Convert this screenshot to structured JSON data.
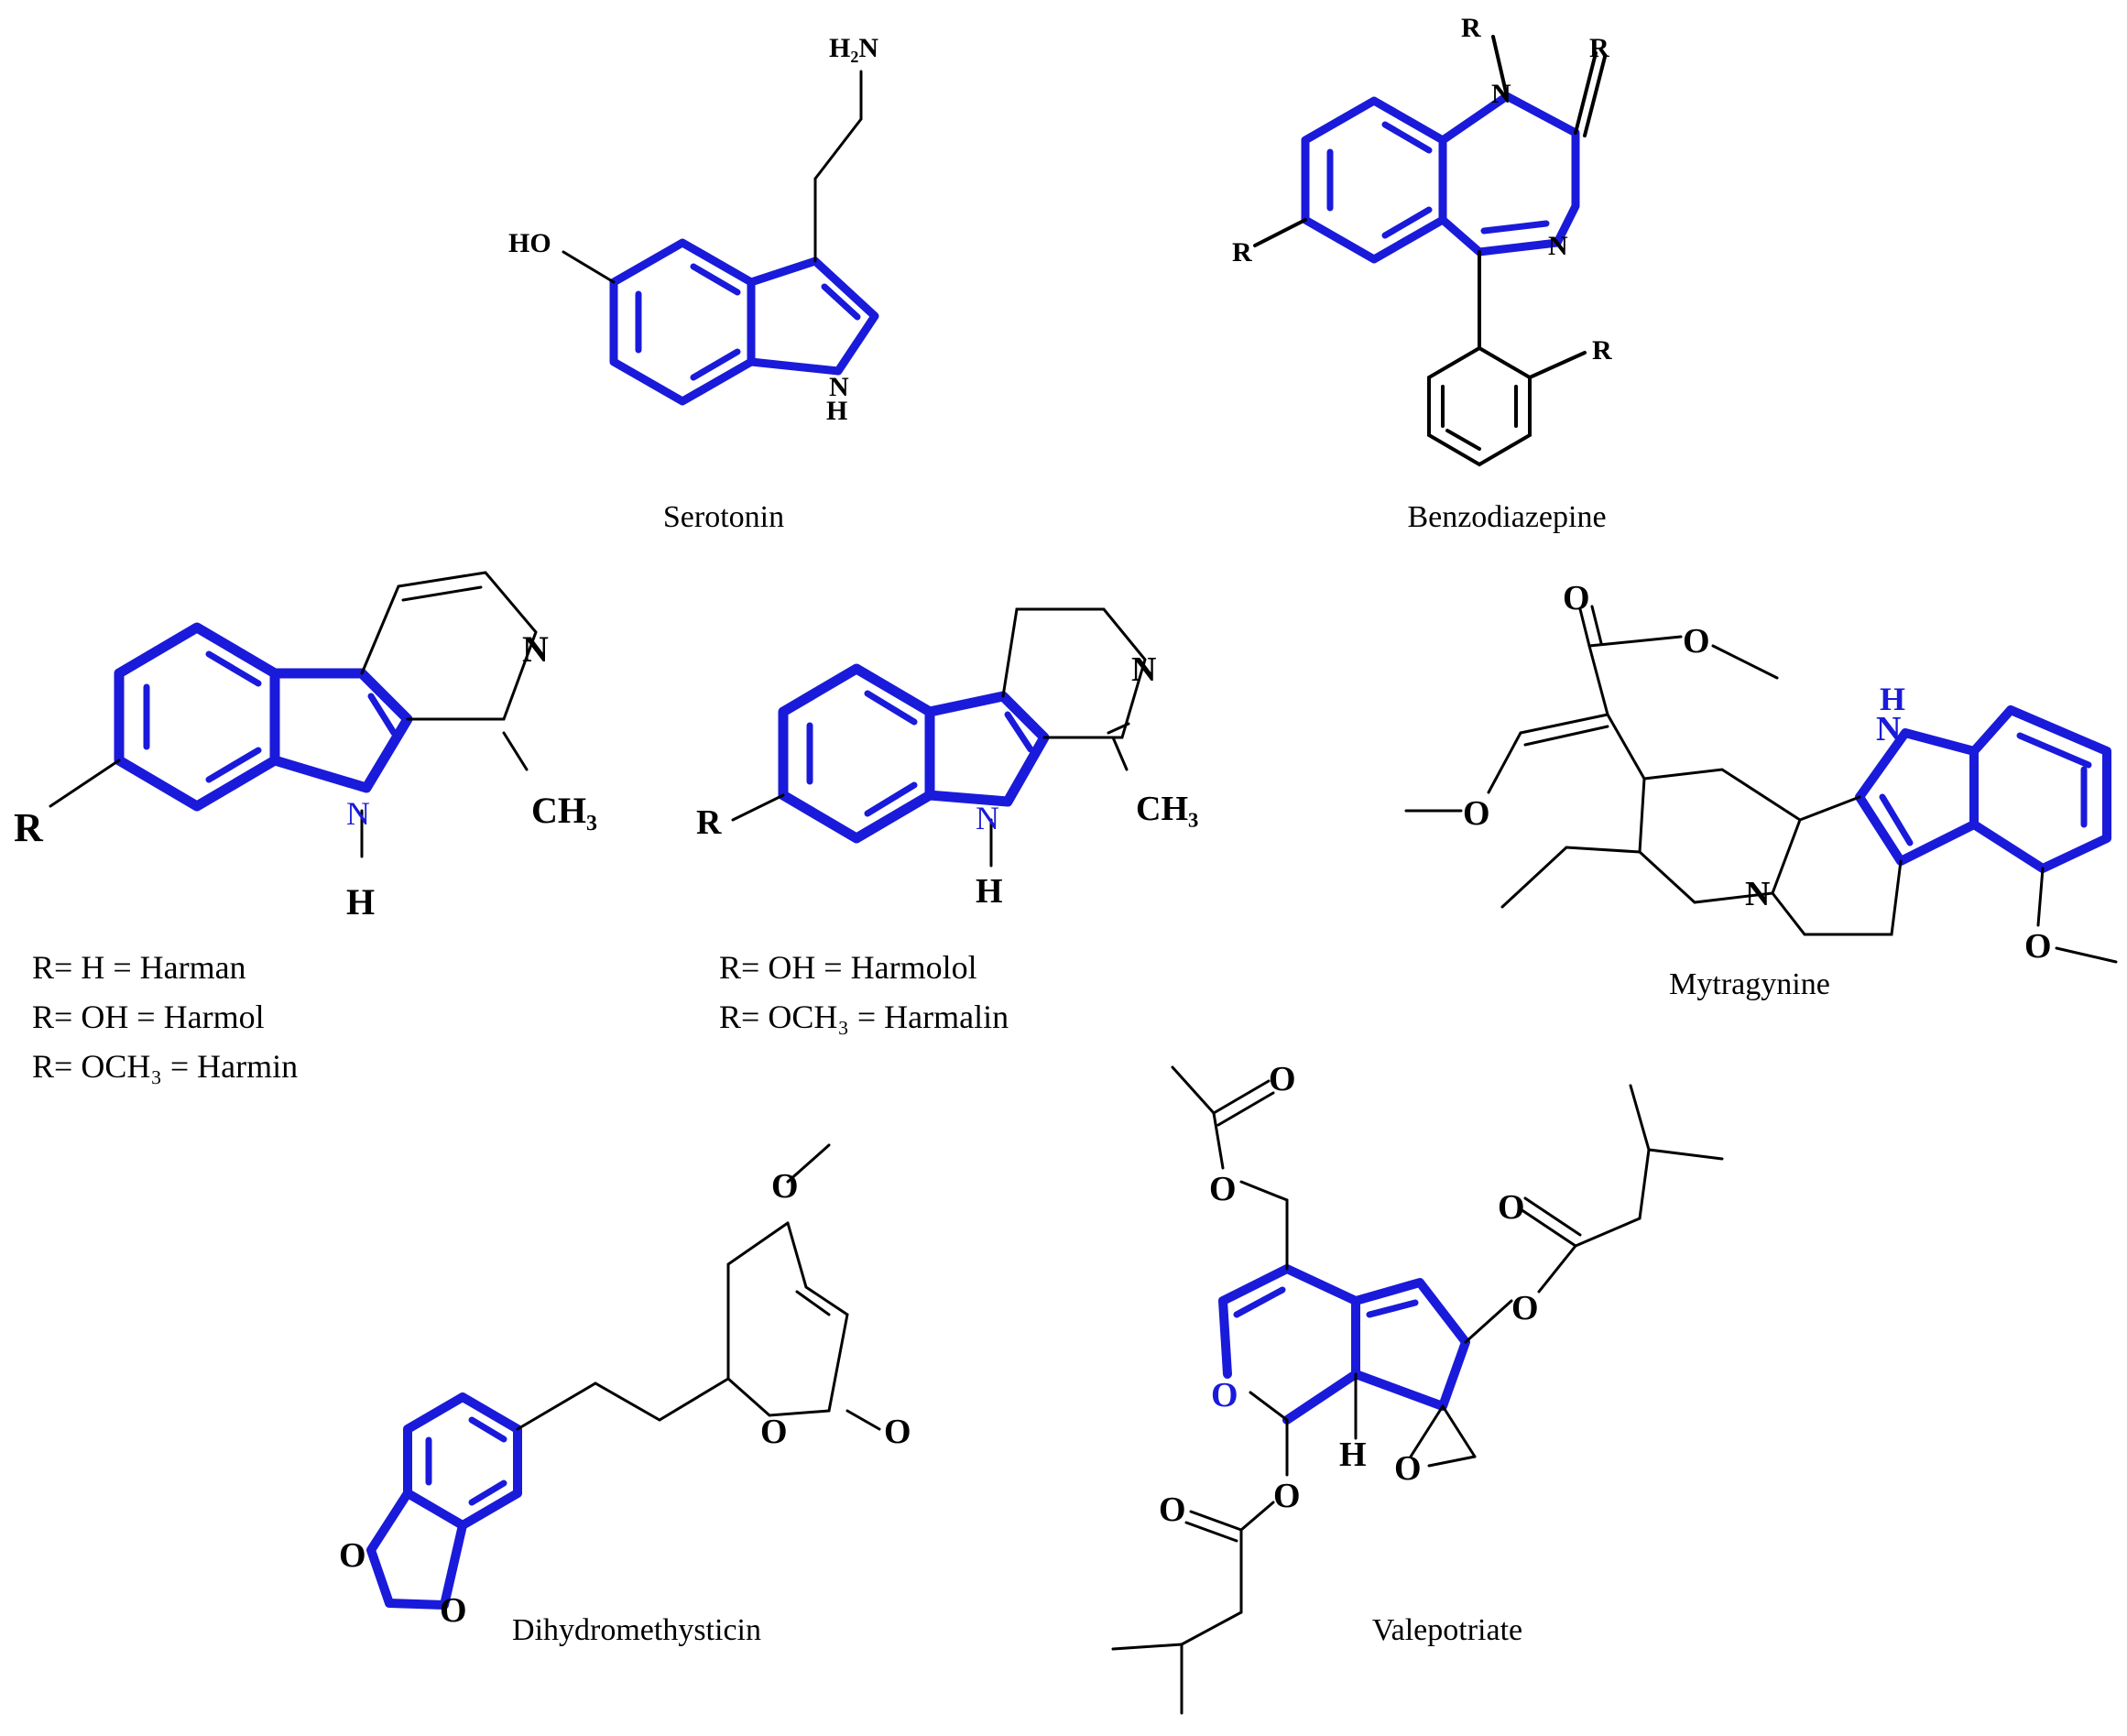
{
  "colors": {
    "core": "#1a1adb",
    "bond": "#000000",
    "background": "#ffffff"
  },
  "molecules": {
    "serotonin": {
      "name": "Serotonin",
      "atoms": {
        "nh2": "H₂N",
        "ho": "HO",
        "n": "N",
        "h": "H"
      }
    },
    "benzodiazepine": {
      "name": "Benzodiazepine",
      "atoms": {
        "n1": "N",
        "n4": "N",
        "r_n": "R",
        "r_c": "R",
        "r_ring": "R",
        "r_ph": "R"
      }
    },
    "harman": {
      "atoms": {
        "n_pyr": "N",
        "n_ind": "N",
        "h": "H",
        "r": "R",
        "ch3": "CH₃"
      },
      "legend": [
        "R= H = Harman",
        "R= OH = Harmol",
        "R= OCH₃ = Harmin"
      ]
    },
    "harmalin": {
      "atoms": {
        "n_pyr": "N",
        "n_ind": "N",
        "h": "H",
        "r": "R",
        "ch3": "CH₃"
      },
      "legend": [
        "R= OH = Harmolol",
        "R= OCH₃ = Harmalin"
      ]
    },
    "mytragynine": {
      "name": "Mytragynine",
      "atoms": {
        "o_carbonyl": "O",
        "o_ester": "O",
        "o_enol": "O",
        "o_aryl": "O",
        "n_amine": "N",
        "n_indole": "N",
        "h": "H"
      }
    },
    "dihydromethysticin": {
      "name": "Dihydromethysticin",
      "atoms": {
        "o_methoxy": "O",
        "o_ring": "O",
        "o_carbonyl": "O",
        "o_diox1": "O",
        "o_diox2": "O"
      }
    },
    "valepotriate": {
      "name": "Valepotriate",
      "atoms": {
        "o_ac_c": "O",
        "o_ac_e": "O",
        "o_ring": "O",
        "o_es1_c": "O",
        "o_es1_e": "O",
        "o_es2_c": "O",
        "o_es2_e": "O",
        "o_epox": "O",
        "h": "H"
      }
    }
  }
}
